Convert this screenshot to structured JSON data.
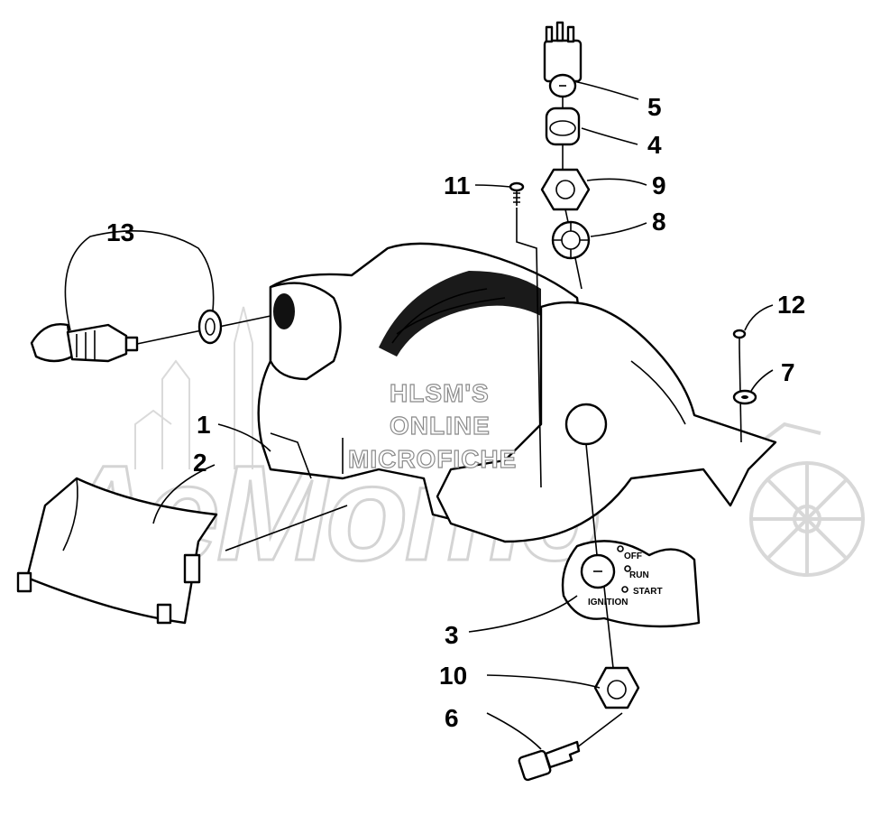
{
  "watermark": {
    "background_brand": "АеМото",
    "overlay_lines": [
      "HLSM'S",
      "ONLINE",
      "MICROFICHE"
    ]
  },
  "ignition_plate": {
    "label_ignition": "IGNITION",
    "label_off": "OFF",
    "label_run": "RUN",
    "label_start": "START"
  },
  "callouts": [
    {
      "id": "1",
      "label": "1"
    },
    {
      "id": "2",
      "label": "2"
    },
    {
      "id": "3",
      "label": "3"
    },
    {
      "id": "4",
      "label": "4"
    },
    {
      "id": "5",
      "label": "5"
    },
    {
      "id": "6",
      "label": "6"
    },
    {
      "id": "7",
      "label": "7"
    },
    {
      "id": "8",
      "label": "8"
    },
    {
      "id": "9",
      "label": "9"
    },
    {
      "id": "10",
      "label": "10"
    },
    {
      "id": "11",
      "label": "11"
    },
    {
      "id": "12",
      "label": "12"
    },
    {
      "id": "13",
      "label": "13"
    }
  ]
}
